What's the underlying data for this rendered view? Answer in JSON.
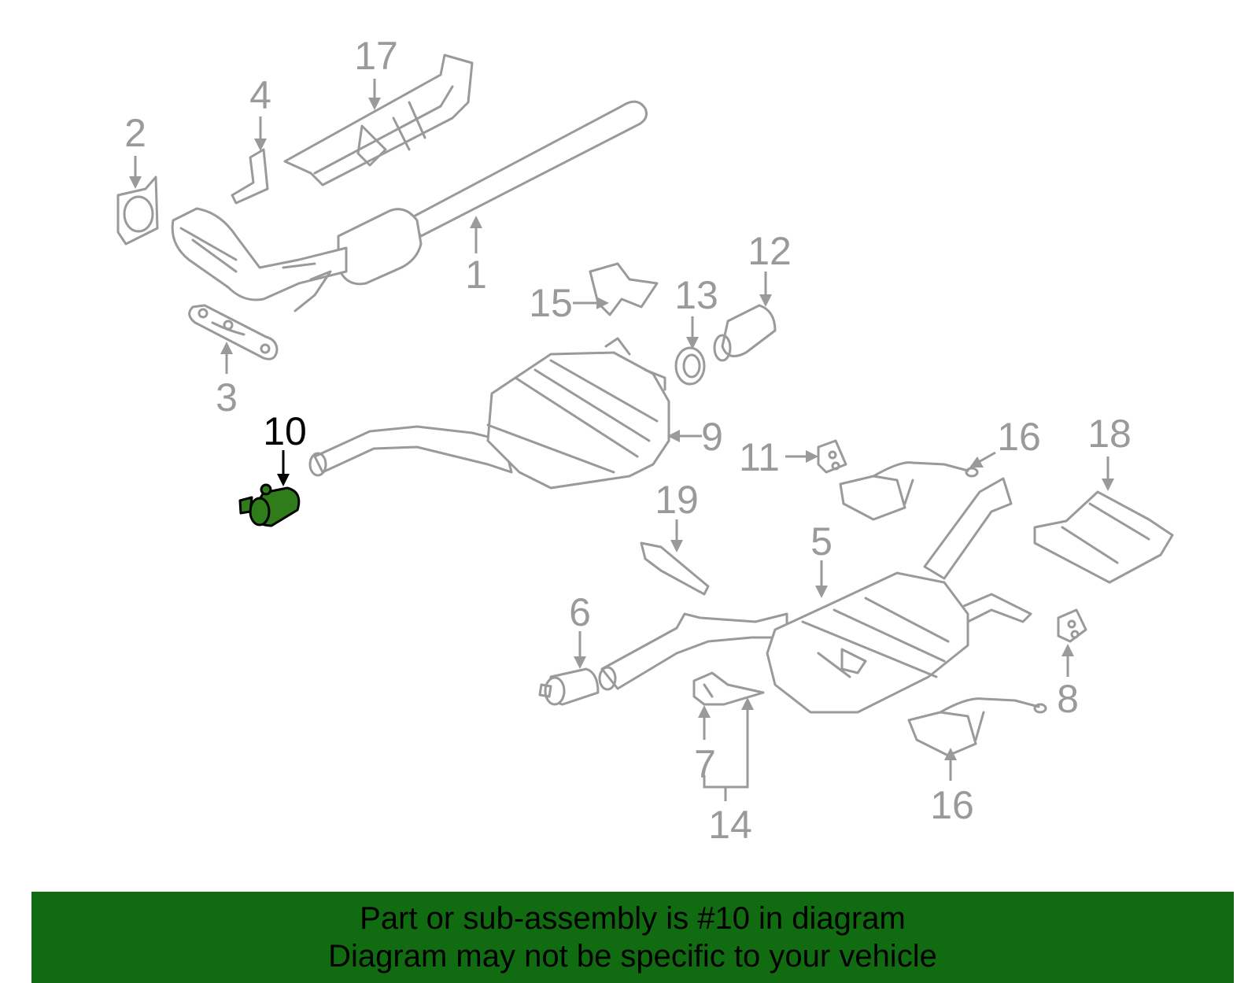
{
  "diagram": {
    "highlight_color": "#2e7d1a",
    "line_color": "#9a9a9a",
    "highlighted_callout": "10",
    "callouts": {
      "c1": "1",
      "c2": "2",
      "c3": "3",
      "c4": "4",
      "c5": "5",
      "c6": "6",
      "c7": "7",
      "c8": "8",
      "c9": "9",
      "c10": "10",
      "c11": "11",
      "c12": "12",
      "c13": "13",
      "c14": "14",
      "c15": "15",
      "c16a": "16",
      "c16b": "16",
      "c17": "17",
      "c18": "18",
      "c19": "19"
    }
  },
  "banner": {
    "color": "#116b11",
    "line1": "Part or sub-assembly is #10 in diagram",
    "line2": "Diagram may not be specific to your vehicle"
  }
}
